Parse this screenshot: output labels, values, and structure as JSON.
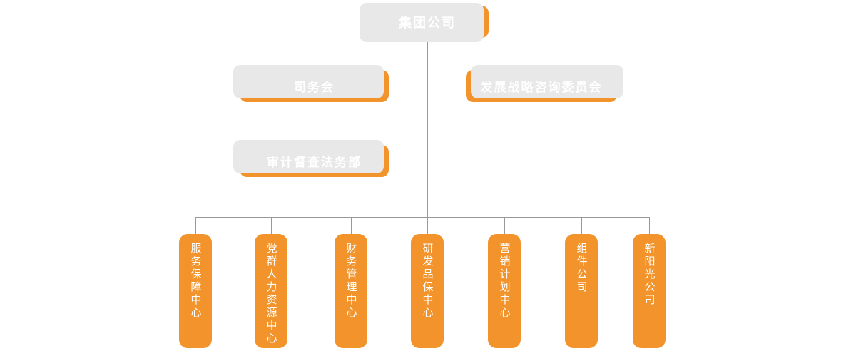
{
  "root": {
    "label": "集团公司"
  },
  "committees": [
    {
      "label": "司务会"
    },
    {
      "label": "发展战略咨询委员会"
    }
  ],
  "level3": [
    {
      "label": "审计督查法务部"
    }
  ],
  "departments": [
    {
      "label": "服务保障中心"
    },
    {
      "label": "党群人力资源中心"
    },
    {
      "label": "财务管理中心"
    },
    {
      "label": "研发品保中心"
    },
    {
      "label": "营销计划中心"
    },
    {
      "label": "组件公司"
    },
    {
      "label": "新阳光公司"
    }
  ],
  "colors": {
    "box": "#F2942B",
    "shadow": "#E8E8E8",
    "line": "#999999",
    "text": "#FFFFFF",
    "bg": "#FFFFFF"
  }
}
